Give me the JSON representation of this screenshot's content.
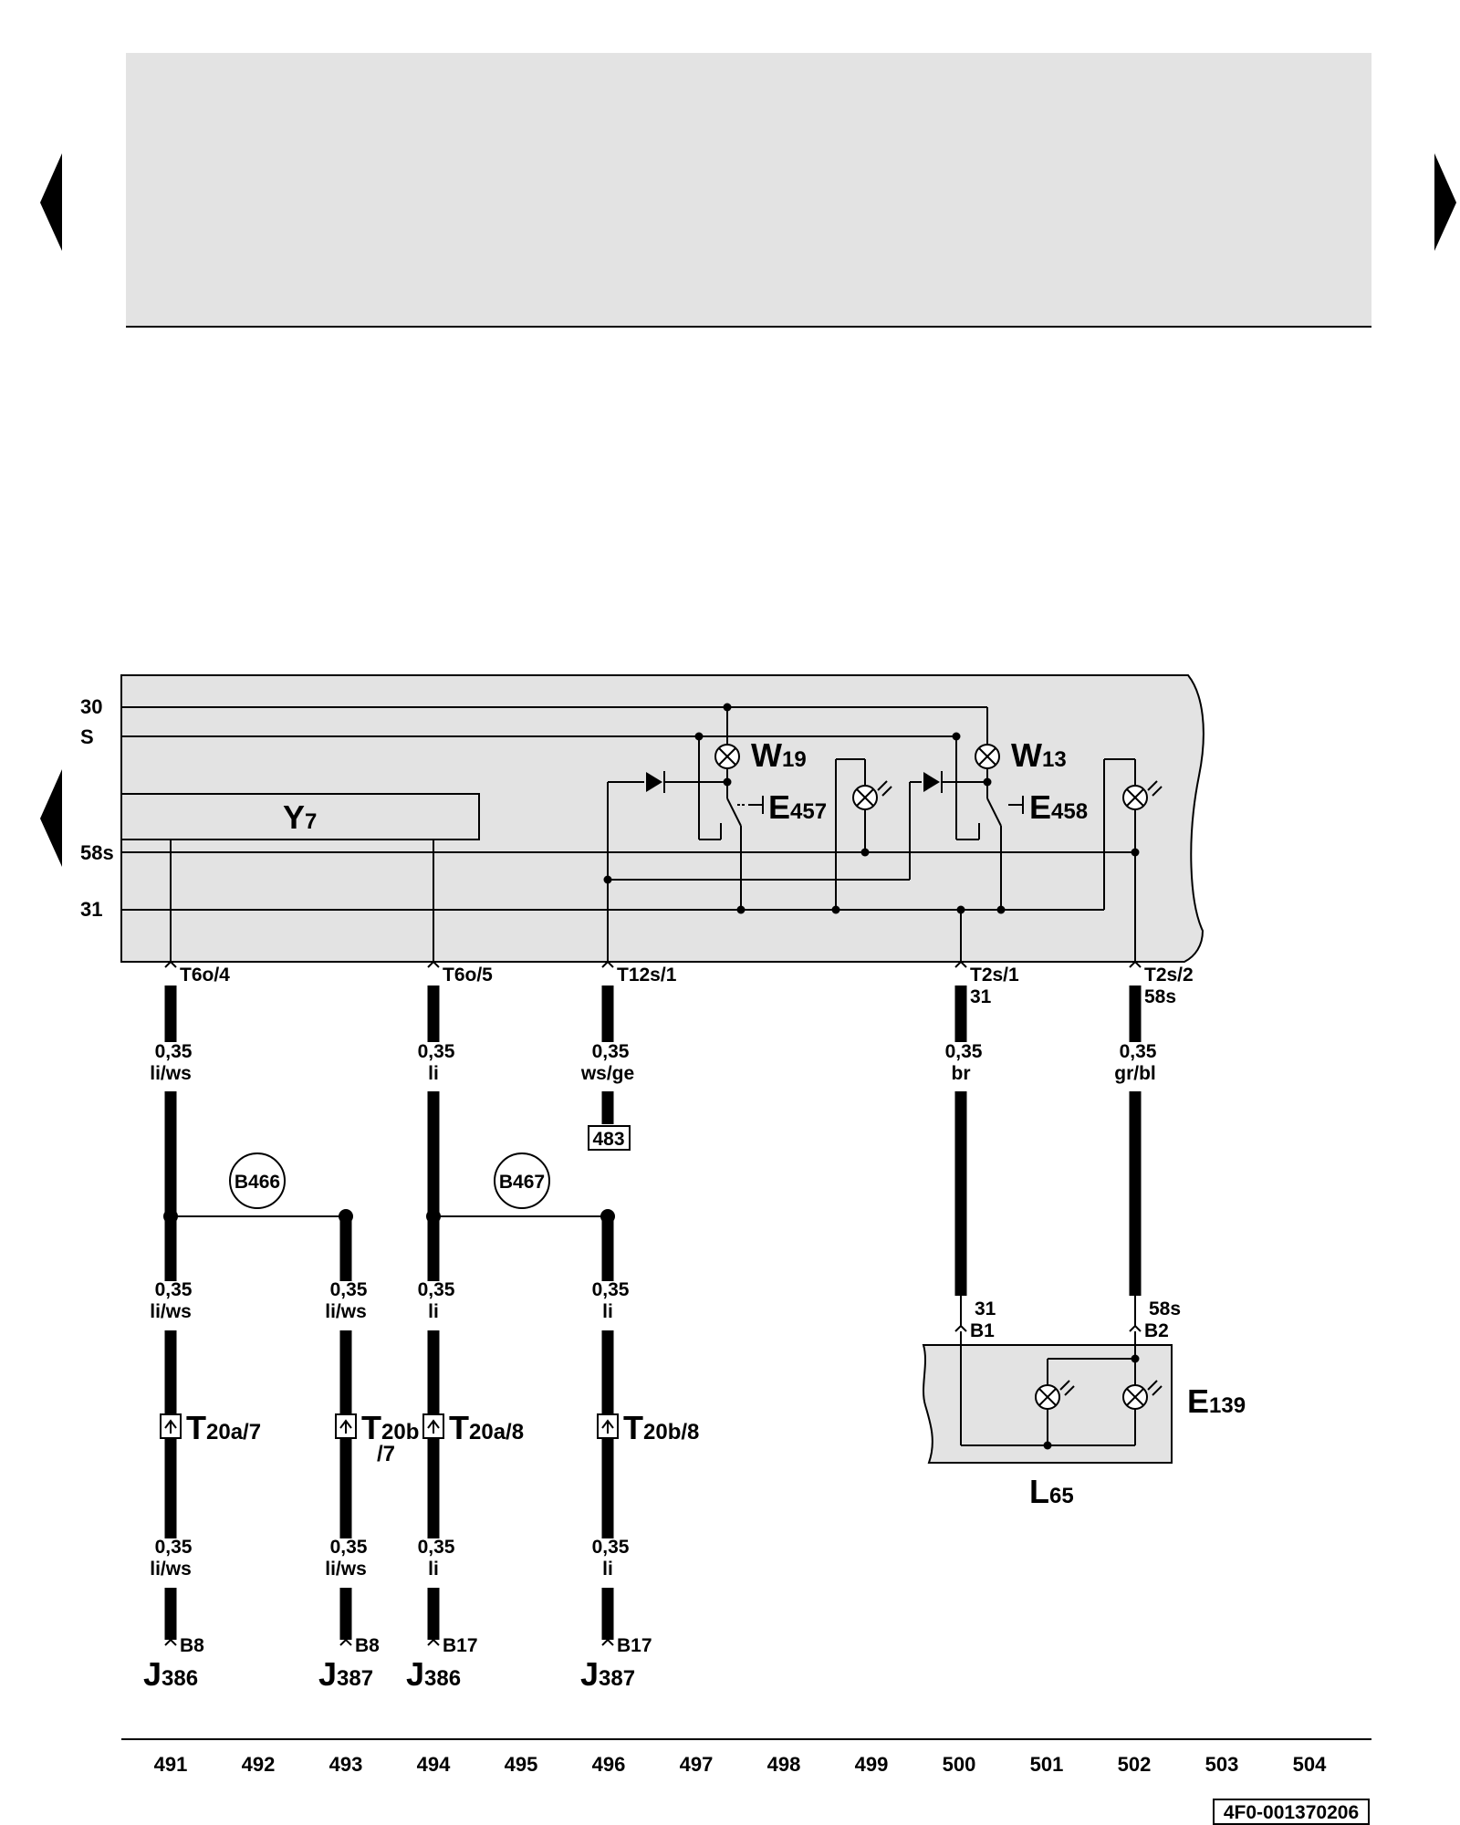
{
  "colors": {
    "panel_fill": "#e3e3e3",
    "line": "#000000",
    "background": "#ffffff"
  },
  "icons": [
    "nav-left-arrow-icon",
    "nav-right-arrow-icon",
    "lamp-icon",
    "led-lamp-icon",
    "diode-icon",
    "switch-icon",
    "connector-pin-icon",
    "splice-circle-icon",
    "ground-dot-icon"
  ],
  "rails": {
    "r30": "30",
    "rS": "S",
    "r58s": "58s",
    "r31": "31"
  },
  "components": {
    "y7": {
      "main": "Y",
      "sub": "7"
    },
    "w19": {
      "main": "W",
      "sub": "19"
    },
    "w13": {
      "main": "W",
      "sub": "13"
    },
    "e457": {
      "main": "E",
      "sub": "457"
    },
    "e458": {
      "main": "E",
      "sub": "458"
    },
    "e139": {
      "main": "E",
      "sub": "139"
    },
    "l65": {
      "main": "L",
      "sub": "65"
    }
  },
  "connectors": {
    "t6o4": "T6o/4",
    "t6o5": "T6o/5",
    "t12s1": "T12s/1",
    "t2s1": "T2s/1",
    "t2s1_term": "31",
    "t2s2": "T2s/2",
    "t2s2_term": "58s",
    "b1_term": "31",
    "b1": "B1",
    "b2_term": "58s",
    "b2": "B2"
  },
  "wires": {
    "w491a": {
      "size": "0,35",
      "color": "li/ws"
    },
    "w494a": {
      "size": "0,35",
      "color": "li"
    },
    "w496a": {
      "size": "0,35",
      "color": "ws/ge"
    },
    "w500": {
      "size": "0,35",
      "color": "br"
    },
    "w502": {
      "size": "0,35",
      "color": "gr/bl"
    },
    "w491b": {
      "size": "0,35",
      "color": "li/ws"
    },
    "w493b": {
      "size": "0,35",
      "color": "li/ws"
    },
    "w494b": {
      "size": "0,35",
      "color": "li"
    },
    "w496b": {
      "size": "0,35",
      "color": "li"
    },
    "w491c": {
      "size": "0,35",
      "color": "li/ws"
    },
    "w493c": {
      "size": "0,35",
      "color": "li/ws"
    },
    "w494c": {
      "size": "0,35",
      "color": "li"
    },
    "w496c": {
      "size": "0,35",
      "color": "li"
    }
  },
  "ref_box": "483",
  "splices": {
    "b466": "B466",
    "b467": "B467"
  },
  "plug_connectors": {
    "t20a7": {
      "main": "T",
      "sub": "20a/7"
    },
    "t20b7": {
      "main": "T",
      "sub": "20b",
      "sub2": "/7"
    },
    "t20a8": {
      "main": "T",
      "sub": "20a/8"
    },
    "t20b8": {
      "main": "T",
      "sub": "20b/8"
    }
  },
  "endpoints": {
    "e491": {
      "pin": "B8",
      "main": "J",
      "sub": "386"
    },
    "e493": {
      "pin": "B8",
      "main": "J",
      "sub": "387"
    },
    "e494": {
      "pin": "B17",
      "main": "J",
      "sub": "386"
    },
    "e496": {
      "pin": "B17",
      "main": "J",
      "sub": "387"
    }
  },
  "track_numbers": [
    "491",
    "492",
    "493",
    "494",
    "495",
    "496",
    "497",
    "498",
    "499",
    "500",
    "501",
    "502",
    "503",
    "504"
  ],
  "doc_id": "4F0-001370206"
}
